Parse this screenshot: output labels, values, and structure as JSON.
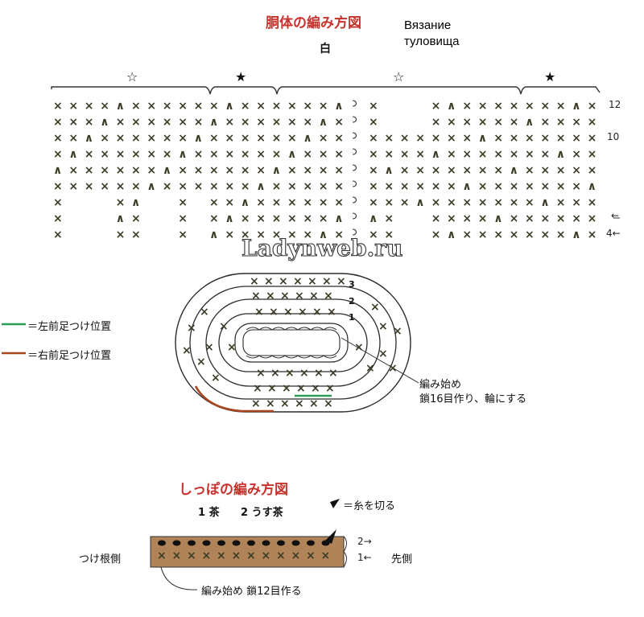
{
  "body_chart": {
    "title": "胴体の編み方図",
    "translation": "Вязание\nтуловища",
    "color_label": "白",
    "row_numbers": [
      "12",
      "10",
      "←",
      "4←"
    ]
  },
  "watermark": "Ladynweb.ru",
  "legend": {
    "left_leg": {
      "label": "＝左前足つけ位置",
      "color": "#2f9a55"
    },
    "right_leg": {
      "label": "＝右前足つけ位置",
      "color": "#a7451f"
    }
  },
  "oval": {
    "round_numbers": [
      "3",
      "2",
      "1"
    ],
    "note_line1": "編み始め",
    "note_line2": "鎖16目作り、輪にする"
  },
  "tail_chart": {
    "title": "しっぽの編み方図",
    "color1": "1 茶",
    "color2": "2 うす茶",
    "cut_note": "＝糸を切る",
    "base_side": "つけ根側",
    "tip_side": "先側",
    "row2": "2→",
    "row1": "1←",
    "start_note": "編み始め 鎖12目作る",
    "fill_color": "#b08358"
  }
}
